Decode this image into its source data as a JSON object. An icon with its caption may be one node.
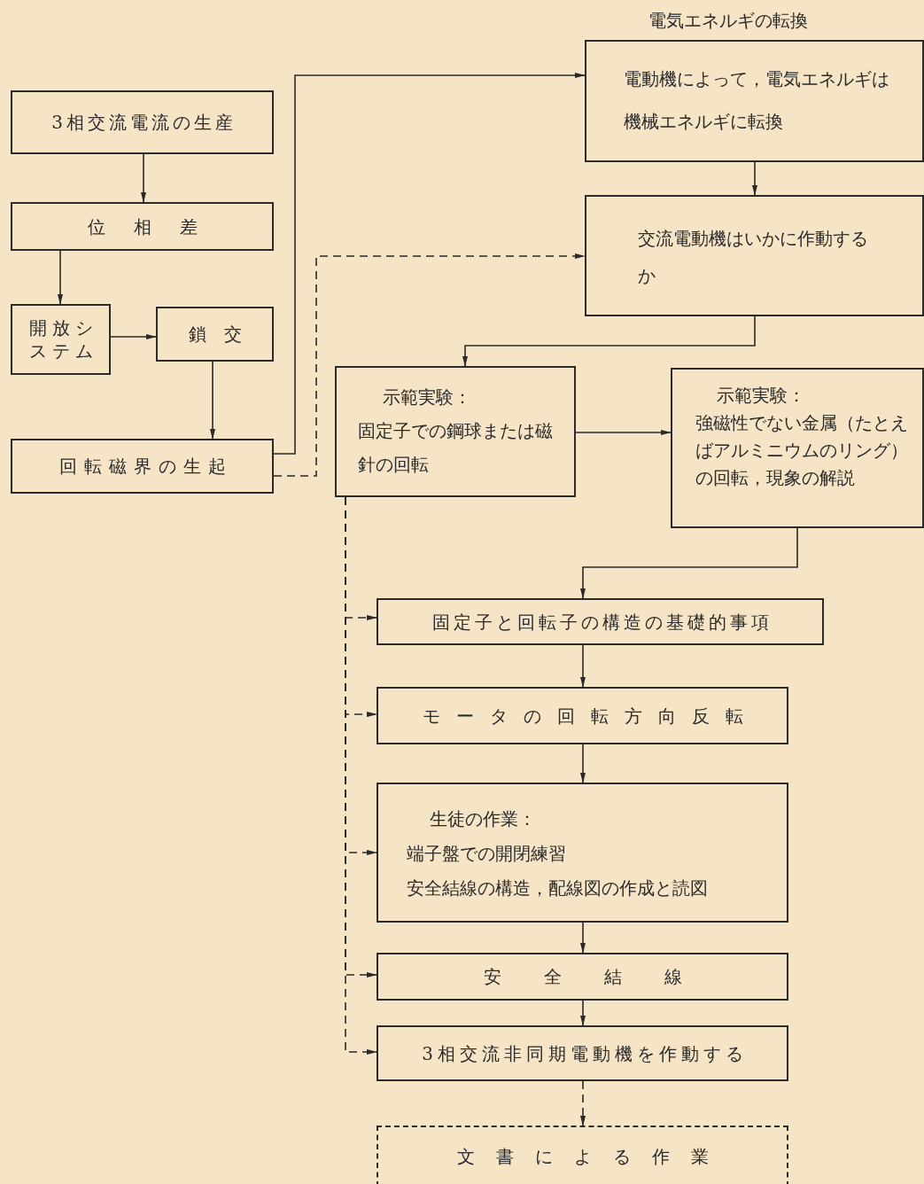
{
  "diagram": {
    "nodes": [
      {
        "text": [
          "3相交流電流の生産"
        ]
      },
      {
        "text": [
          "位相差"
        ]
      },
      {
        "text": [
          "開放システム"
        ]
      },
      {
        "text": [
          "鎖交"
        ]
      },
      {
        "text": [
          "回転磁界の生起"
        ]
      },
      {
        "text": [
          "電気エネルギの転換",
          "電動機によって，電気エネルギは機械エネルギに転換"
        ]
      },
      {
        "text": [
          "交流電動機はいかに作動するか"
        ]
      },
      {
        "text": [
          "示範実験：",
          "固定子での鋼球または磁針の回転"
        ]
      },
      {
        "text": [
          "示範実験：",
          "強磁性でない金属（たとえばアルミニウムのリング）の回転，現象の解説"
        ]
      },
      {
        "text": [
          "固定子と回転子の構造の基礎的事項"
        ]
      },
      {
        "text": [
          "モータの回転方向反転"
        ]
      },
      {
        "text": [
          "生徒の作業：",
          "端子盤での開閉練習",
          "安全結線の構造，配線図の作成と読図"
        ]
      },
      {
        "text": [
          "安全結線"
        ]
      },
      {
        "text": [
          "3相交流非同期電動機を作動する"
        ]
      },
      {
        "text": [
          "文書による作業"
        ]
      }
    ],
    "edges": [
      {
        "from": 0,
        "to": 1,
        "arrow": "to"
      },
      {
        "from": 1,
        "to": 2,
        "arrow": "to"
      },
      {
        "from": 2,
        "to": 3,
        "arrow": "to"
      },
      {
        "from": 3,
        "to": 4,
        "arrow": "to"
      },
      {
        "from": 4,
        "to": 5,
        "arrow": "to"
      },
      {
        "from": 4,
        "to": 6,
        "arrow": "to",
        "style": "dashed"
      },
      {
        "from": 5,
        "to": 6,
        "arrow": "to"
      },
      {
        "from": 6,
        "to": 7,
        "arrow": "to"
      },
      {
        "from": 7,
        "to": 8,
        "arrow": "to"
      },
      {
        "from": 8,
        "to": 9,
        "arrow": "to"
      },
      {
        "from": 9,
        "to": 10,
        "arrow": "to"
      },
      {
        "from": 10,
        "to": 11,
        "arrow": "to"
      },
      {
        "from": 11,
        "to": 12,
        "arrow": "to"
      },
      {
        "from": 12,
        "to": 13,
        "arrow": "to"
      },
      {
        "from": 13,
        "to": 14,
        "arrow": "to",
        "style": "dashed"
      },
      {
        "from": 7,
        "to": 9,
        "arrow": "to",
        "style": "dashed"
      },
      {
        "from": 7,
        "to": 10,
        "arrow": "to",
        "style": "dashed"
      },
      {
        "from": 7,
        "to": 11,
        "arrow": "to",
        "style": "dashed"
      },
      {
        "from": 7,
        "to": 12,
        "arrow": "to",
        "style": "dashed"
      },
      {
        "from": 7,
        "to": 13,
        "arrow": "to",
        "style": "dashed"
      }
    ]
  }
}
